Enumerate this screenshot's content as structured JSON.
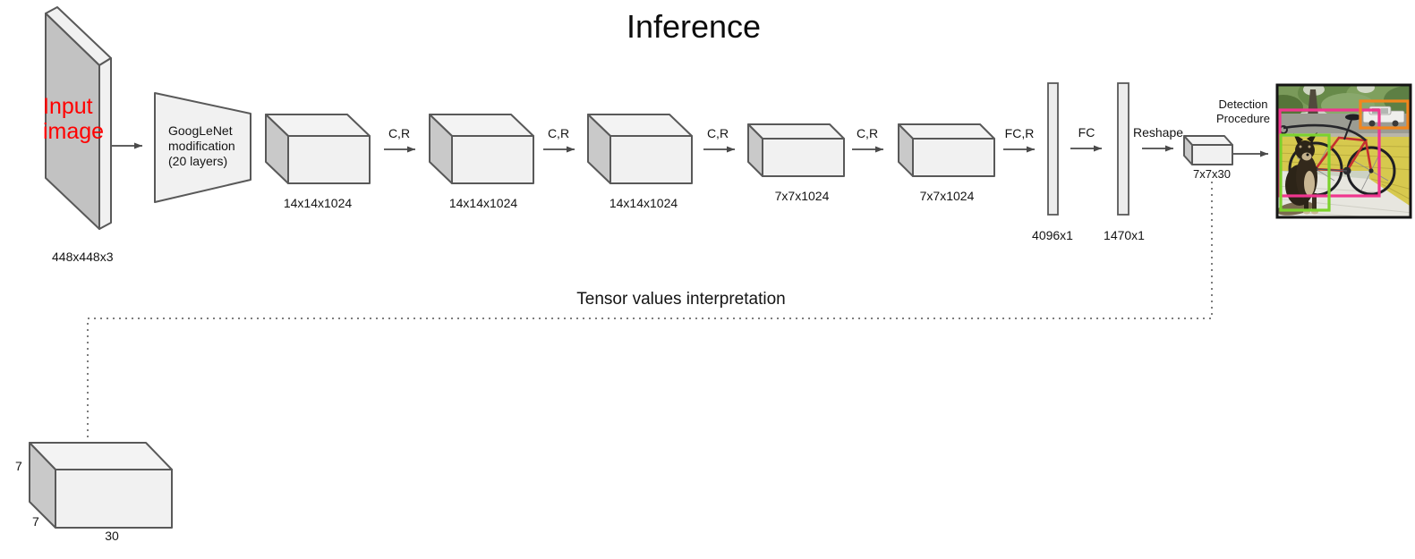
{
  "title": "Inference",
  "input": {
    "label": "Input image",
    "dims": "448x448x3",
    "label_color": "#ff0000"
  },
  "backbone": {
    "label": "GoogLeNet modification (20 layers)"
  },
  "feature_maps": [
    {
      "dims": "14x14x1024"
    },
    {
      "dims": "14x14x1024"
    },
    {
      "dims": "14x14x1024"
    },
    {
      "dims": "7x7x1024"
    },
    {
      "dims": "7x7x1024"
    }
  ],
  "ops": {
    "conv1": "C,R",
    "conv2": "C,R",
    "conv3": "C,R",
    "conv4": "C,R",
    "fc1": "FC,R",
    "fc2": "FC",
    "reshape": "Reshape"
  },
  "fc_vectors": [
    {
      "dims": "4096x1"
    },
    {
      "dims": "1470x1"
    }
  ],
  "output_tensor": {
    "dims": "7x7x30"
  },
  "detection": {
    "label": "Detection Procedure"
  },
  "interpretation": {
    "label": "Tensor values interpretation",
    "cube": {
      "height": "7",
      "depth": "7",
      "width": "30"
    }
  },
  "photo": {
    "bounding_boxes": [
      {
        "object": "bicycle",
        "color": "#f0368f"
      },
      {
        "object": "dog",
        "color": "#7cd22c"
      },
      {
        "object": "car",
        "color": "#f1861d"
      }
    ]
  }
}
